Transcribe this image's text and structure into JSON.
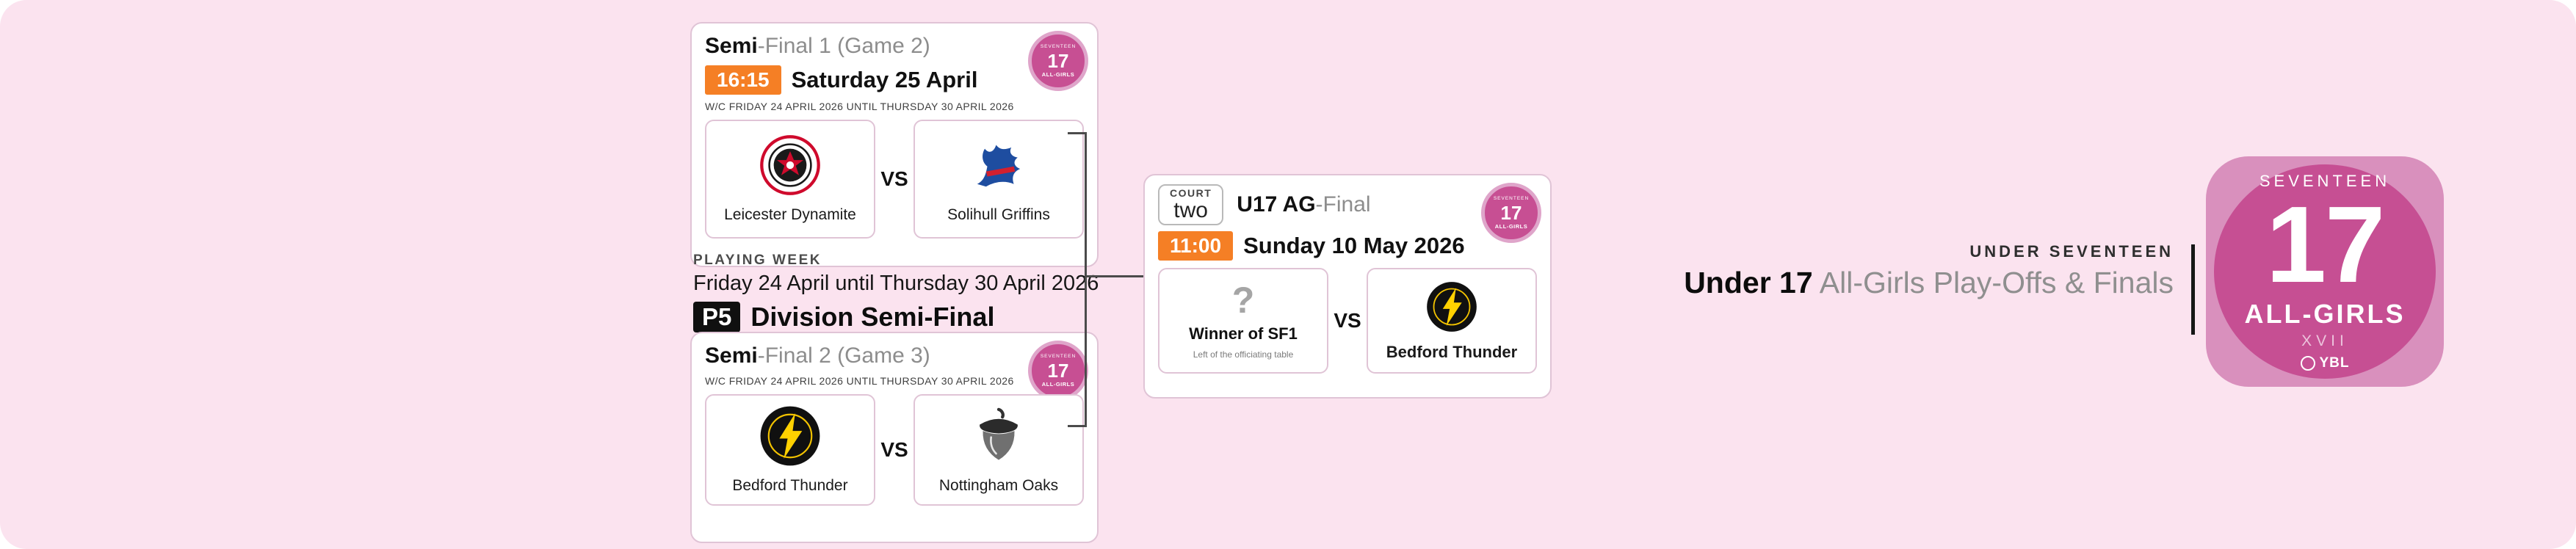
{
  "colors": {
    "background": "#fbe3ef",
    "card_border": "#e0c4d6",
    "accent_orange": "#f57f25",
    "badge_pink": "#c64f93",
    "badge_pink_light": "#d990bd",
    "connector_line": "#4b4b4b"
  },
  "labels": {
    "vs": "VS"
  },
  "mini_badge": {
    "top": "SEVENTEEN",
    "number": "17",
    "label": "ALL-GIRLS"
  },
  "sf1": {
    "title_bold": "Semi",
    "title_rest": "-Final 1 (Game 2)",
    "time": "16:15",
    "date": "Saturday 25 April",
    "wc_note": "W/C FRIDAY 24 APRIL 2026 UNTIL THURSDAY 30 APRIL 2026",
    "team_a": {
      "name": "Leicester Dynamite",
      "icon": "leicester-dynamite-logo"
    },
    "team_b": {
      "name": "Solihull Griffins",
      "icon": "solihull-griffins-logo"
    }
  },
  "playing_week": {
    "label": "PLAYING WEEK",
    "dates": "Friday 24 April until Thursday 30 April 2026",
    "code": "P5",
    "name": "Division Semi-Final"
  },
  "sf2": {
    "title_bold": "Semi",
    "title_rest": "-Final 2 (Game 3)",
    "wc_note": "W/C FRIDAY 24 APRIL 2026 UNTIL THURSDAY 30 APRIL 2026",
    "team_a": {
      "name": "Bedford Thunder",
      "icon": "bedford-thunder-logo"
    },
    "team_b": {
      "name": "Nottingham Oaks",
      "icon": "nottingham-oaks-logo"
    }
  },
  "final": {
    "court_label": "COURT",
    "court_value": "two",
    "title_bold": "U17 AG",
    "title_rest": "-Final",
    "time": "11:00",
    "date": "Sunday 10 May 2026",
    "team_a": {
      "mark": "?",
      "name": "Winner of SF1",
      "note": "Left of the officiating table"
    },
    "team_b": {
      "name": "Bedford Thunder",
      "icon": "bedford-thunder-logo"
    }
  },
  "heading": {
    "overline": "UNDER SEVENTEEN",
    "title_bold": "Under 17",
    "title_rest": " All-Girls Play-Offs & Finals"
  },
  "big_badge": {
    "top": "SEVENTEEN",
    "number": "17",
    "label": "ALL-GIRLS",
    "roman": "XVII",
    "org": "YBL"
  }
}
